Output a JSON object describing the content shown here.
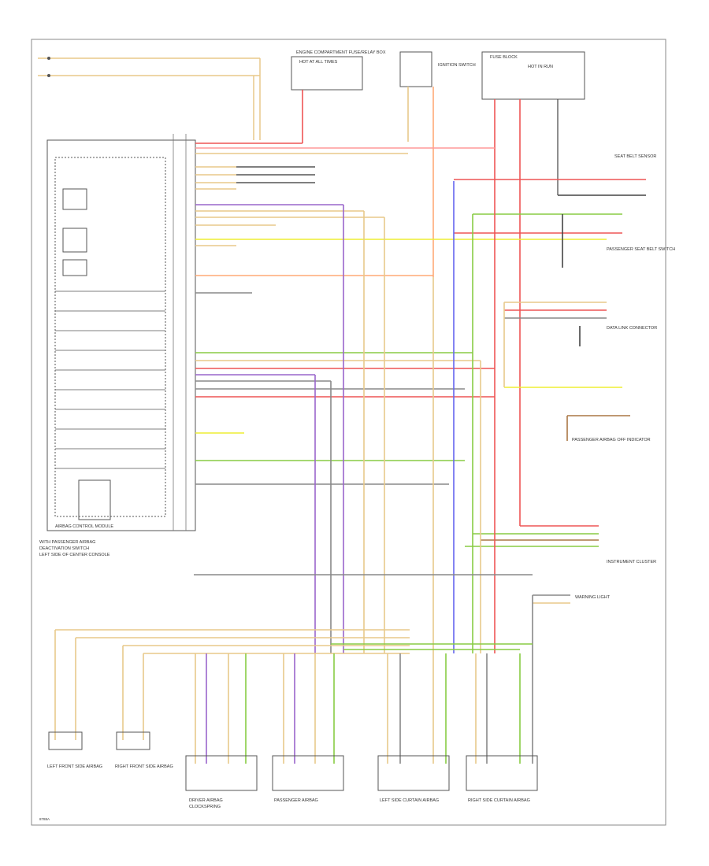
{
  "diagram": {
    "ref_code": "8788A",
    "control_module": "AIRBAG CONTROL MODULE",
    "notes": [
      "WITH PASSENGER AIRBAG",
      "DEACTIVATION SWITCH",
      "LEFT SIDE OF CENTER CONSOLE"
    ],
    "top_labels": [
      "ENGINE COMPARTMENT FUSE/RELAY BOX",
      "HOT AT ALL TIMES",
      "IGNITION SWITCH",
      "HOT IN RUN",
      "FUSE BLOCK"
    ],
    "right_labels": [
      "SEAT BELT SENSOR",
      "PASSENGER SEAT BELT SWITCH",
      "DATA LINK CONNECTOR",
      "INSTRUMENT CLUSTER",
      "PASSENGER AIRBAG OFF INDICATOR",
      "WARNING LIGHT"
    ],
    "bottom_left_labels": [
      "LEFT FRONT SIDE AIRBAG",
      "RIGHT FRONT SIDE AIRBAG"
    ],
    "bottom_labels": [
      "DRIVER AIRBAG",
      "CLOCKSPRING",
      "PASSENGER AIRBAG",
      "LEFT SIDE CURTAIN AIRBAG",
      "RIGHT SIDE CURTAIN AIRBAG"
    ],
    "colors": {
      "red": "#ee5555",
      "pink": "#ff9999",
      "orange": "#ffaa77",
      "tan": "#e8c98a",
      "yellow": "#eeee33",
      "green": "#88cc44",
      "blue": "#6666ee",
      "purple": "#9966cc",
      "gray": "#888888",
      "brown": "#aa7744",
      "black": "#444444"
    }
  }
}
